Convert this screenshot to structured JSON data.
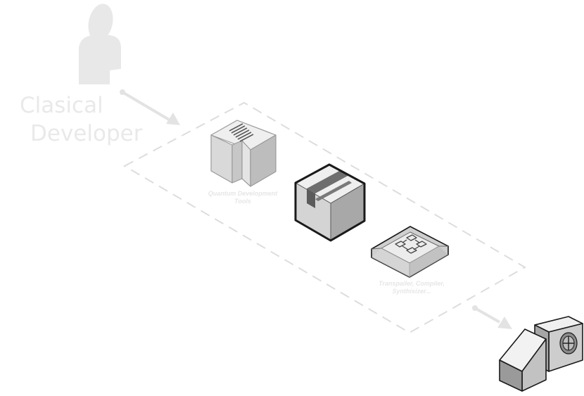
{
  "diagram": {
    "actor": {
      "label_line1": "Clasical",
      "label_line2": "Developer"
    },
    "components": [
      {
        "id": "quantum-dev-tools",
        "caption_line1": "Quantum Development",
        "caption_line2": "Tools"
      },
      {
        "id": "package",
        "caption_line1": "",
        "caption_line2": ""
      },
      {
        "id": "transpiler",
        "caption_line1": "Transpailer, Compiler,",
        "caption_line2": "Synthisizer..."
      }
    ],
    "colors": {
      "ghost": "#e8e8e8",
      "dash": "#dddddd",
      "box_front": "#d6d6d6",
      "box_side": "#a9a9a9",
      "box_top": "#efefef",
      "outline": "#1a1a1a",
      "tape": "#6e6e6e"
    }
  }
}
